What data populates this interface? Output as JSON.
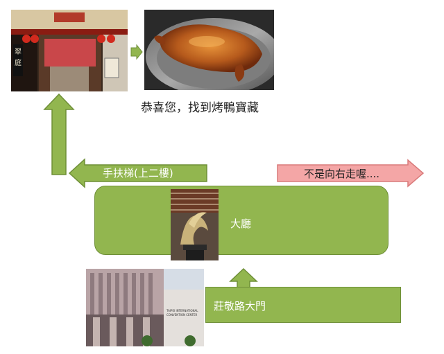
{
  "caption": "恭喜您，找到烤鴨寶藏",
  "escalator_label": "手扶梯(上二樓)",
  "wrong_way_label": "不是向右走喔....",
  "lobby_label": "大廳",
  "gate_label": "莊敬路大門",
  "restaurant_sign": "翠庭",
  "building_sign": "TAIPEI INTERNATIONAL CONVENTION CENTER",
  "colors": {
    "green_fill": "#92b64f",
    "green_stroke": "#6e8f37",
    "pink_fill": "#f4a6a6",
    "pink_stroke": "#d97a7a"
  }
}
